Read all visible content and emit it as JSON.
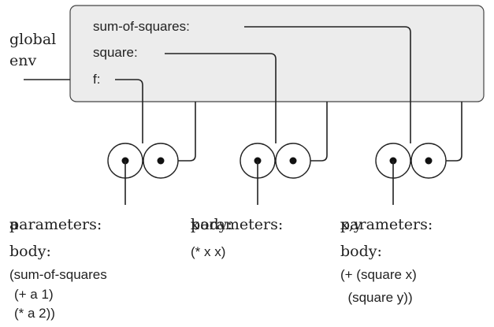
{
  "global_env": {
    "label_line1": "global",
    "label_line2": "env",
    "bindings": [
      {
        "name": "sum-of-squares:"
      },
      {
        "name": "square:"
      },
      {
        "name": "f:"
      }
    ]
  },
  "procedures": [
    {
      "id": "f",
      "params_word": "parameters:",
      "params_value": "a",
      "body_word": "body:",
      "body_lines": [
        "(sum-of-squares",
        " (+ a 1)",
        " (* a 2))"
      ]
    },
    {
      "id": "square",
      "params_word": "parameters:",
      "params_value": "x",
      "body_word": "body:",
      "body_lines": [
        "(* x x)"
      ]
    },
    {
      "id": "sum-of-squares",
      "params_word": "parameters:",
      "params_value": "x,y",
      "body_word": "body:",
      "body_lines": [
        "(+ (square x)",
        "  (square y))"
      ]
    }
  ]
}
